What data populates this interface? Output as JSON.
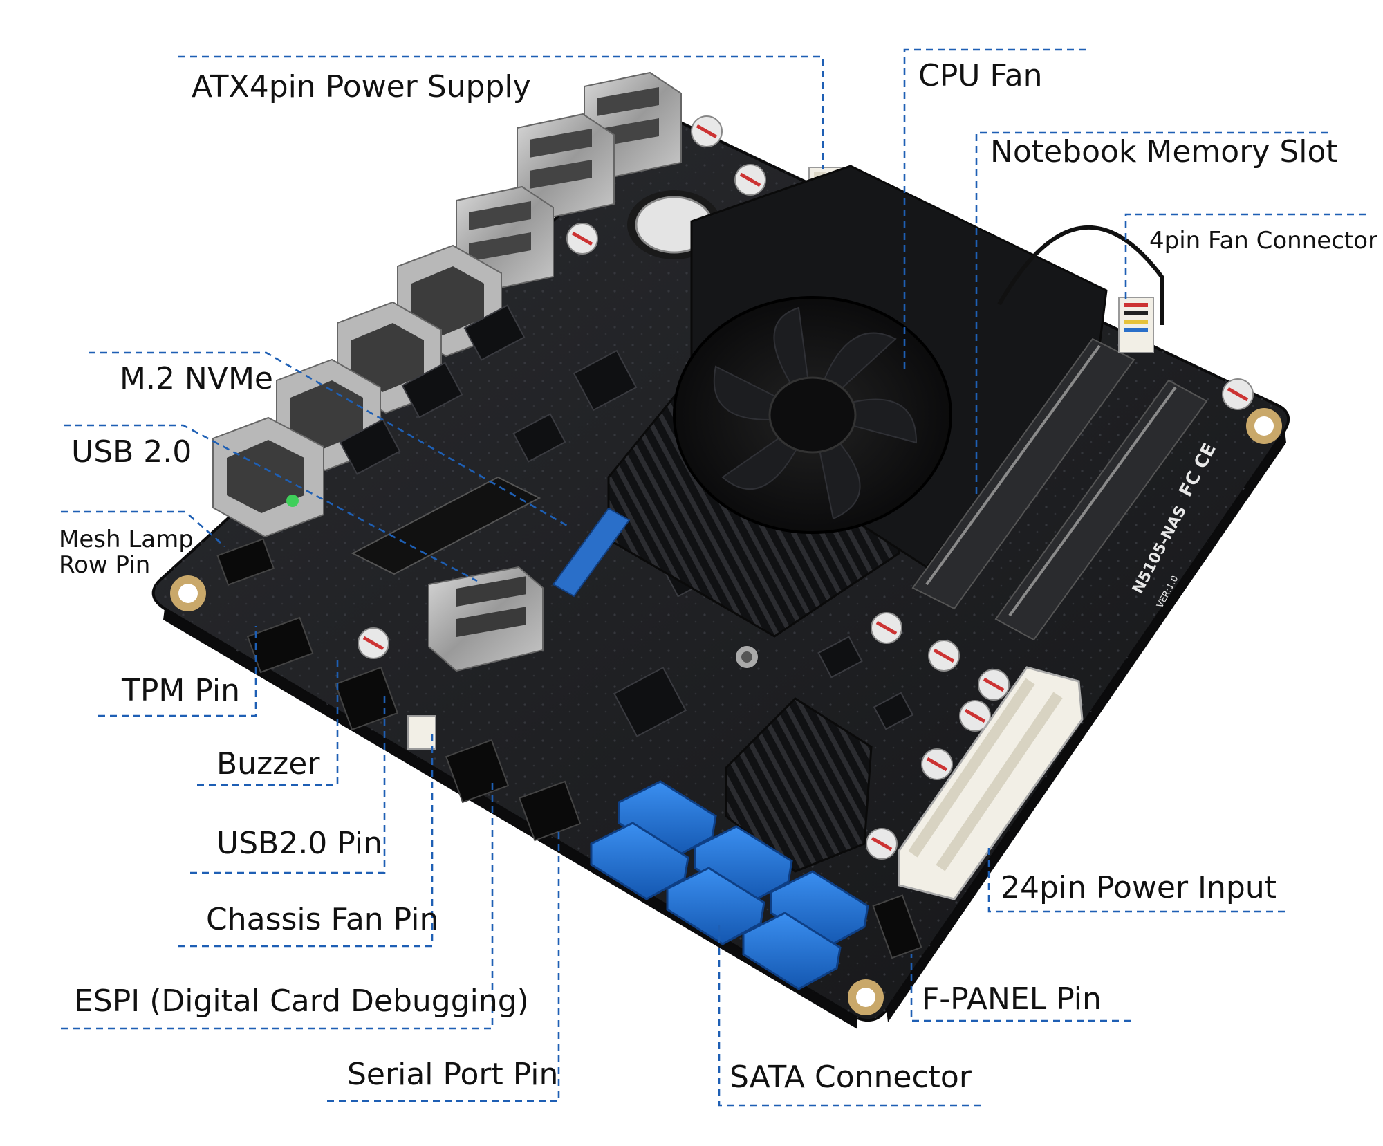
{
  "labels": {
    "atx4pin": "ATX4pin Power Supply",
    "cpu_fan": "CPU Fan",
    "notebook_memory_slot": "Notebook Memory Slot",
    "fan_connector_4pin": "4pin Fan Connector",
    "m2_nvme": "M.2 NVMe",
    "usb20": "USB 2.0",
    "mesh_lamp_line1": "Mesh Lamp",
    "mesh_lamp_line2": "Row Pin",
    "tpm_pin": "TPM Pin",
    "buzzer": "Buzzer",
    "usb20_pin": "USB2.0 Pin",
    "chassis_fan_pin": "Chassis Fan Pin",
    "espi": "ESPI (Digital Card Debugging)",
    "serial_port_pin": "Serial Port Pin",
    "sata_connector": "SATA Connector",
    "power_24pin": "24pin Power Input",
    "fpanel_pin": "F-PANEL Pin"
  },
  "board_markings": {
    "model": "N5105-NAS",
    "version": "VER:1.0",
    "certification": "FC CE"
  },
  "colors": {
    "leader_line": "#1e5fb4",
    "pcb": "#1c1d20",
    "sata_blue": "#1f74d6",
    "m2_slot_blue": "#2a6fc9",
    "power_connector": "#f2efe6",
    "heatsink": "#141517"
  }
}
